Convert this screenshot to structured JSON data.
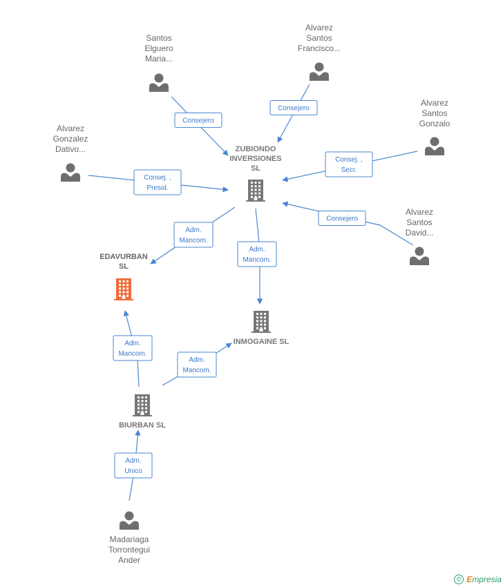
{
  "nodes": {
    "zubiondo": {
      "type": "company",
      "lines": [
        "ZUBIONDO",
        "INVERSIONES",
        "SL"
      ],
      "color": "#777777"
    },
    "edavurban": {
      "type": "company",
      "lines": [
        "EDAVURBAN",
        "SL"
      ],
      "color": "#f26b3a"
    },
    "inmogaine": {
      "type": "company",
      "lines": [
        "INMOGAINE  SL"
      ],
      "color": "#777777"
    },
    "biurban": {
      "type": "company",
      "lines": [
        "BIURBAN SL"
      ],
      "color": "#777777"
    },
    "santos_elguero": {
      "type": "person",
      "lines": [
        "Santos",
        "Elguero",
        "Maria..."
      ]
    },
    "alvarez_francisco": {
      "type": "person",
      "lines": [
        "Alvarez",
        "Santos",
        "Francisco..."
      ]
    },
    "alvarez_gonzalo": {
      "type": "person",
      "lines": [
        "Alvarez",
        "Santos",
        "Gonzalo"
      ]
    },
    "alvarez_dativo": {
      "type": "person",
      "lines": [
        "Alvarez",
        "Gonzalez",
        "Dativo..."
      ]
    },
    "alvarez_david": {
      "type": "person",
      "lines": [
        "Alvarez",
        "Santos",
        "David..."
      ]
    },
    "madariaga": {
      "type": "person",
      "lines": [
        "Madariaga",
        "Torrontegui",
        "Ander"
      ]
    }
  },
  "edges": [
    {
      "id": "e1",
      "from": "santos_elguero",
      "to": "zubiondo",
      "label": [
        "Consejero"
      ]
    },
    {
      "id": "e2",
      "from": "alvarez_francisco",
      "to": "zubiondo",
      "label": [
        "Consejero"
      ]
    },
    {
      "id": "e3",
      "from": "alvarez_gonzalo",
      "to": "zubiondo",
      "label": [
        "Consej. ,",
        "Secr."
      ]
    },
    {
      "id": "e4",
      "from": "alvarez_dativo",
      "to": "zubiondo",
      "label": [
        "Consej. ,",
        "Presid."
      ]
    },
    {
      "id": "e5",
      "from": "alvarez_david",
      "to": "zubiondo",
      "label": [
        "Consejero"
      ]
    },
    {
      "id": "e6",
      "from": "zubiondo",
      "to": "edavurban",
      "label": [
        "Adm.",
        "Mancom."
      ]
    },
    {
      "id": "e7",
      "from": "zubiondo",
      "to": "inmogaine",
      "label": [
        "Adm.",
        "Mancom."
      ]
    },
    {
      "id": "e8",
      "from": "biurban",
      "to": "edavurban",
      "label": [
        "Adm.",
        "Mancom."
      ]
    },
    {
      "id": "e9",
      "from": "biurban",
      "to": "inmogaine",
      "label": [
        "Adm.",
        "Mancom."
      ]
    },
    {
      "id": "e10",
      "from": "madariaga",
      "to": "biurban",
      "label": [
        "Adm.",
        "Unico"
      ]
    }
  ],
  "colors": {
    "edge": "#4a86d0",
    "person_icon": "#6e6e6e",
    "company_icon": "#777777",
    "highlight_company": "#f26b3a"
  },
  "footer": {
    "copyright_symbol": "©",
    "brand_initial": "E",
    "brand_rest": "mpresia"
  }
}
